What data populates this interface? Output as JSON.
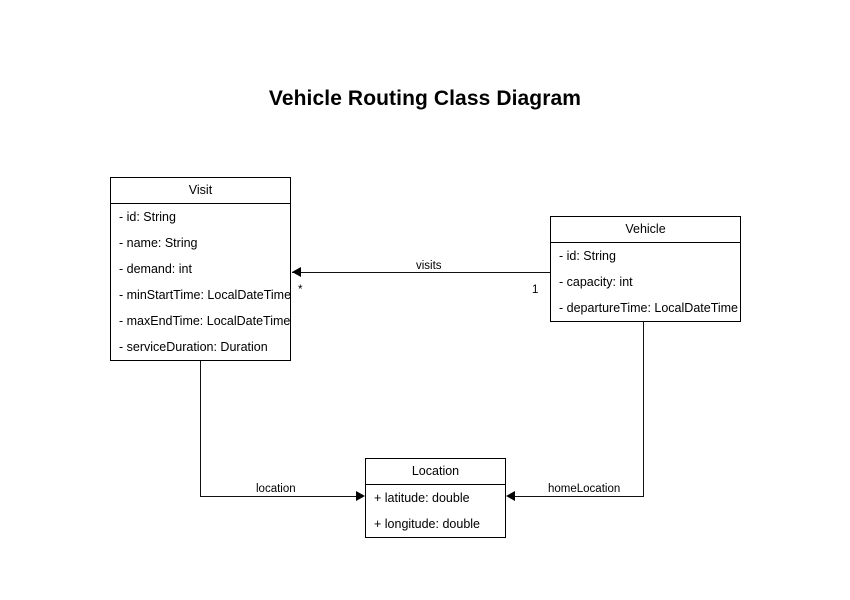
{
  "diagram": {
    "title": "Vehicle Routing Class Diagram",
    "type": "uml-class-diagram",
    "background_color": "#ffffff",
    "line_color": "#111111",
    "text_color": "#000000"
  },
  "classes": [
    {
      "id": "visit",
      "name": "Visit",
      "attributes": [
        "- id: String",
        "- name: String",
        "- demand: int",
        "- minStartTime: LocalDateTime",
        "- maxEndTime: LocalDateTime",
        "- serviceDuration: Duration"
      ]
    },
    {
      "id": "vehicle",
      "name": "Vehicle",
      "attributes": [
        "- id: String",
        "- capacity: int",
        "- departureTime: LocalDateTime"
      ]
    },
    {
      "id": "location",
      "name": "Location",
      "attributes": [
        "+ latitude: double",
        "+ longitude: double"
      ]
    }
  ],
  "relationships": [
    {
      "id": "visits",
      "label": "visits",
      "source": "Vehicle",
      "target": "Visit",
      "source_multiplicity": "1",
      "target_multiplicity": "*"
    },
    {
      "id": "location",
      "label": "location",
      "source": "Visit",
      "target": "Location",
      "source_multiplicity": "",
      "target_multiplicity": ""
    },
    {
      "id": "homeLocation",
      "label": "homeLocation",
      "source": "Vehicle",
      "target": "Location",
      "source_multiplicity": "",
      "target_multiplicity": ""
    }
  ]
}
